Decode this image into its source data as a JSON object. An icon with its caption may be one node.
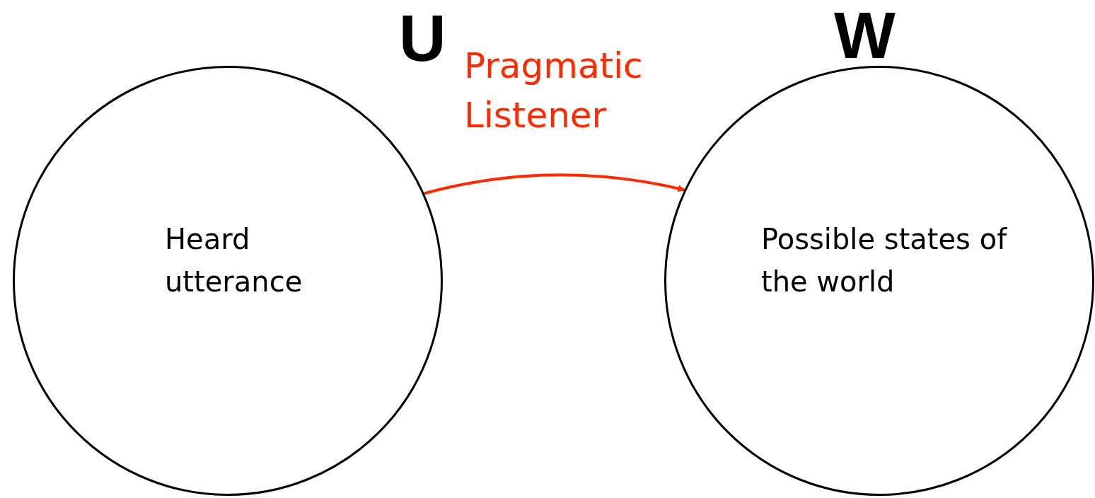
{
  "diagram": {
    "nodes": [
      {
        "text": [
          "U",
          "Heard utterance"
        ]
      },
      {
        "text": [
          "W",
          "Possible states of the world"
        ]
      }
    ],
    "edges": [
      {
        "from": 0,
        "to": 1,
        "arrow": "to",
        "label": "Pragmatic Listener",
        "color": "#ff2a00"
      }
    ]
  }
}
